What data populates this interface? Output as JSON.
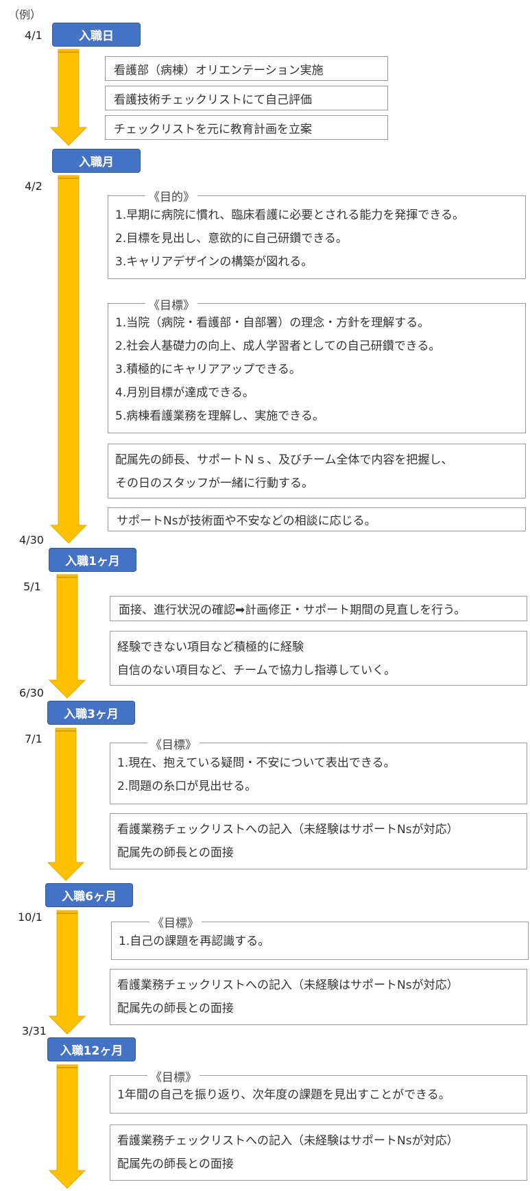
{
  "example_note": "（例）",
  "stages": {
    "s1": {
      "label": "入職日"
    },
    "s2": {
      "label": "入職月"
    },
    "s3": {
      "label": "入職1ヶ月"
    },
    "s4": {
      "label": "入職3ヶ月"
    },
    "s5": {
      "label": "入職6ヶ月"
    },
    "s6": {
      "label": "入職12ヶ月"
    }
  },
  "dates": {
    "d_4_1": "4/1",
    "d_4_2": "4/2",
    "d_4_30": "4/30",
    "d_5_1": "5/1",
    "d_6_30": "6/30",
    "d_7_1": "7/1",
    "d_10_1": "10/1",
    "d_3_31": "3/31"
  },
  "day1": {
    "b1": "看護部（病棟）オリエンテーション実施",
    "b2": "看護技術チェックリストにて自己評価",
    "b3": "チェックリストを元に教育計画を立案"
  },
  "month1": {
    "purpose_heading": "《目的》",
    "purpose": [
      "1.早期に病院に慣れ、臨床看護に必要とされる能力を発揮できる。",
      "2.目標を見出し、意欲的に自己研鑽できる。",
      "3.キャリアデザインの構築が図れる。"
    ],
    "goal_heading": "《目標》",
    "goals": [
      "1.当院（病院・看護部・自部署）の理念・方針を理解する。",
      "2.社会人基礎力の向上、成人学習者としての自己研鑽できる。",
      "3.積極的にキャリアアップできる。",
      "4.月別目標が達成できる。",
      "5.病棟看護業務を理解し、実施できる。"
    ],
    "staff": [
      "配属先の師長、サポートＮｓ、及びチーム全体で内容を把握し、",
      "その日のスタッフが一緒に行動する。"
    ],
    "support": "サポートNsが技術面や不安などの相談に応じる。"
  },
  "m1to3": {
    "interview": "面接、進行状況の確認➡計画修正・サポート期間の見直しを行う。",
    "experience": [
      "経験できない項目など積極的に経験",
      "自信のない項目など、チームで協力し指導していく。"
    ]
  },
  "m3to6": {
    "goal_heading": "《目標》",
    "goals": [
      "1.現在、抱えている疑問・不安について表出できる。",
      "2.問題の糸口が見出せる。"
    ],
    "record": [
      "看護業務チェックリストへの記入（未経験はサポートNsが対応）",
      "配属先の師長との面接"
    ]
  },
  "m6to12": {
    "goal_heading": "《目標》",
    "goals": [
      "1.自己の課題を再認識する。"
    ],
    "record": [
      "看護業務チェックリストへの記入（未経験はサポートNsが対応）",
      "配属先の師長との面接"
    ]
  },
  "m12": {
    "goal_heading": "《目標》",
    "goals": [
      "1年間の自己を振り返り、次年度の課題を見出すことができる。"
    ],
    "record": [
      "看護業務チェックリストへの記入（未経験はサポートNsが対応）",
      "配属先の師長との面接"
    ]
  },
  "colors": {
    "arrow_fill": "#FFC000",
    "arrow_stroke": "#E0A800",
    "pill_fill": "#4472C4",
    "box_border": "#9A9A9A"
  }
}
